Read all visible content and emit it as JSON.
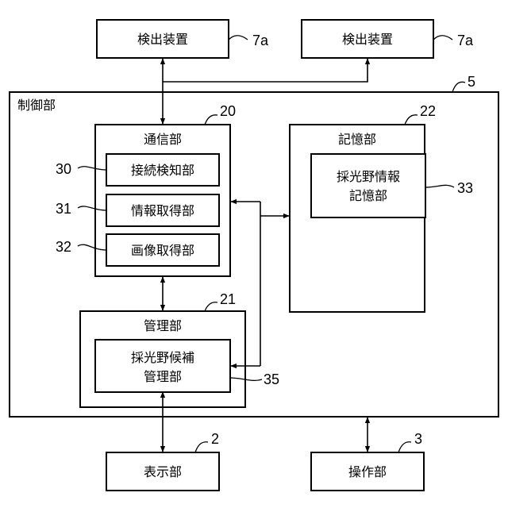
{
  "blocks": {
    "detector_left": "検出装置",
    "detector_right": "検出装置",
    "control": "制御部",
    "comm": "通信部",
    "conn_detect": "接続検知部",
    "info_acquire": "情報取得部",
    "image_acquire": "画像取得部",
    "storage": "記憶部",
    "fov_info_line1": "採光野情報",
    "fov_info_line2": "記憶部",
    "management": "管理部",
    "fov_cand_line1": "採光野候補",
    "fov_cand_line2": "管理部",
    "display": "表示部",
    "operation": "操作部"
  },
  "refs": {
    "detector_left": "7a",
    "detector_right": "7a",
    "control": "5",
    "comm": "20",
    "storage": "22",
    "management": "21",
    "conn_detect": "30",
    "info_acquire": "31",
    "image_acquire": "32",
    "fov_info": "33",
    "fov_cand": "35",
    "display": "2",
    "operation": "3"
  }
}
